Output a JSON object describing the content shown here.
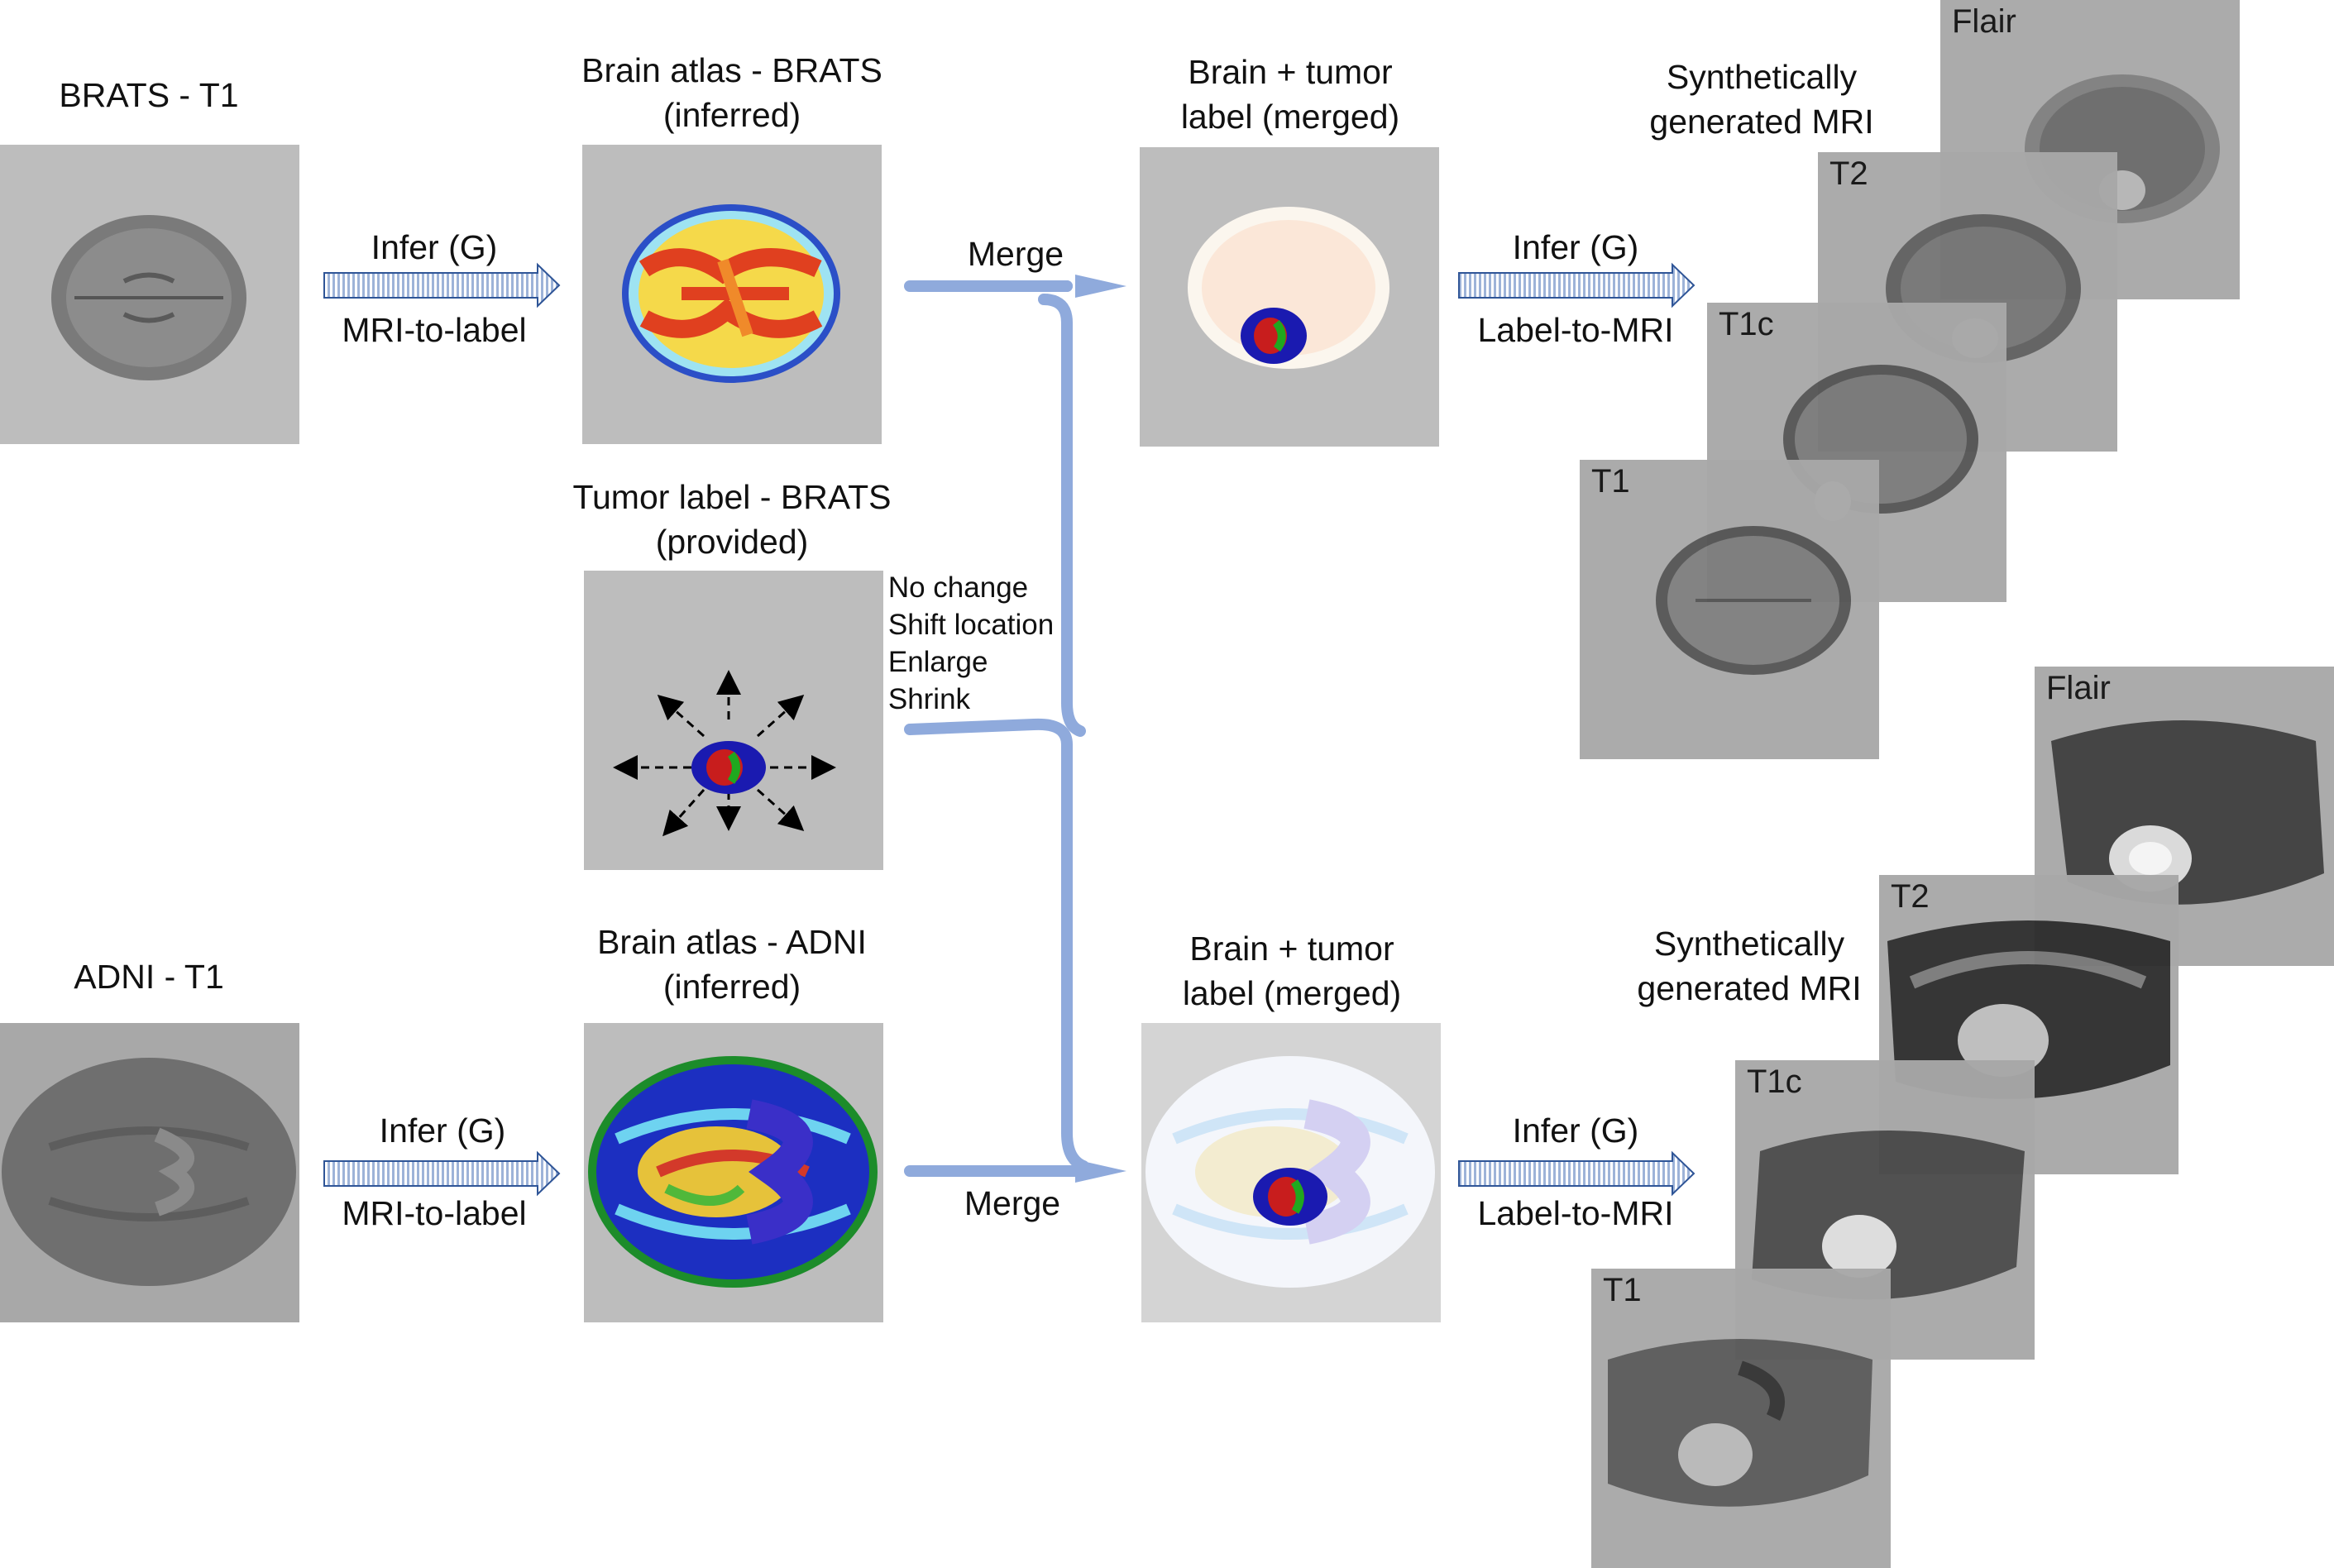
{
  "row_brats": {
    "input_title": "BRATS - T1",
    "infer_top": "Infer (G)",
    "infer_bottom": "MRI-to-label",
    "atlas_title": [
      "Brain atlas - BRATS",
      "(inferred)"
    ],
    "merge": "Merge",
    "merged_title": [
      "Brain + tumor",
      "label (merged)"
    ],
    "infer2_top": "Infer (G)",
    "infer2_bottom": "Label-to-MRI",
    "synth_title": [
      "Synthetically",
      "generated MRI"
    ],
    "modalities": [
      "Flair",
      "T2",
      "T1c",
      "T1"
    ]
  },
  "tumor": {
    "title": [
      "Tumor label - BRATS",
      "(provided)"
    ],
    "options": [
      "1) No change",
      "2) Shift location",
      "3) Enlarge",
      "4) Shrink"
    ]
  },
  "row_adni": {
    "input_title": "ADNI - T1",
    "infer_top": "Infer (G)",
    "infer_bottom": "MRI-to-label",
    "atlas_title": [
      "Brain atlas - ADNI",
      "(inferred)"
    ],
    "merge": "Merge",
    "merged_title": [
      "Brain + tumor",
      "label (merged)"
    ],
    "infer2_top": "Infer (G)",
    "infer2_bottom": "Label-to-MRI",
    "synth_title": [
      "Synthetically",
      "generated MRI"
    ],
    "modalities": [
      "Flair",
      "T2",
      "T1c",
      "T1"
    ]
  },
  "colors": {
    "connector": "#8faadc",
    "arrow_outline": "#2f5597",
    "tile_gray": "#bdbdbd"
  }
}
